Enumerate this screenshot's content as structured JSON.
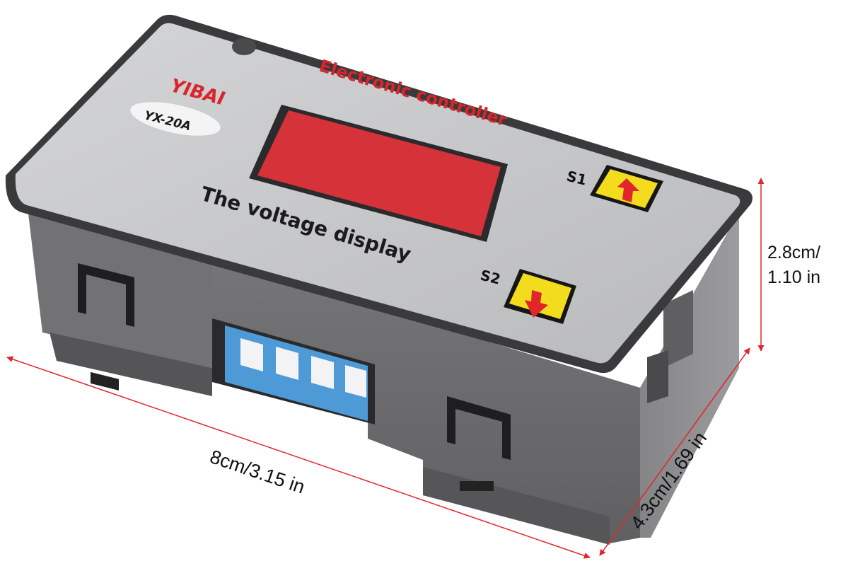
{
  "product": {
    "brand": "YIBAI",
    "model": "YX-20A",
    "panel_title": "Electronic controller",
    "display_caption": "The voltage display",
    "button_up_label": "S1",
    "button_down_label": "S2",
    "up_icon": "arrow-up-icon",
    "down_icon": "arrow-down-icon"
  },
  "dimensions": {
    "length": "8cm/3.15 in",
    "width": "4.3cm/1.69 in",
    "height_line1": "2.8cm/",
    "height_line2": "1.10 in"
  },
  "colors": {
    "face": "#c9cacb",
    "housing": "#6e6e70",
    "display": "#d6323a",
    "button": "#f3dc1e",
    "arrow": "#e0262a",
    "terminal": "#4d9ad6",
    "dimension_line": "#e0262a"
  }
}
